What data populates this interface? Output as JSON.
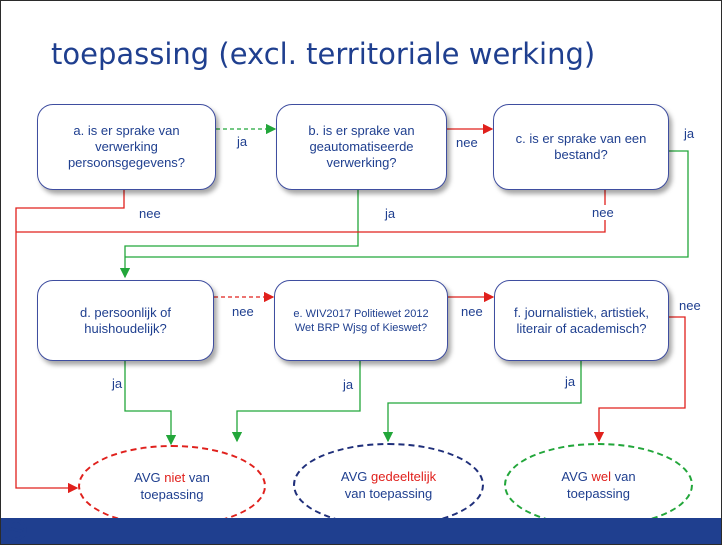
{
  "title": "toepassing (excl. territoriale werking)",
  "boxes": {
    "a": "a. is er sprake van verwerking persoonsgegevens?",
    "b": "b. is er sprake van geautomatiseerde verwerking?",
    "c": "c. is er sprake van een bestand?",
    "d": "d. persoonlijk of huishoudelijk?",
    "e": "e. WIV2017 Politiewet 2012 Wet BRP Wjsg of Kieswet?",
    "f": "f. journalistiek, artistiek, literair of academisch?"
  },
  "labels": {
    "a_to_b": "ja",
    "b_to_c": "nee",
    "c_right": "ja",
    "a_down": "nee",
    "b_down": "ja",
    "c_down": "nee",
    "d_to_e": "nee",
    "e_to_f": "nee",
    "f_right": "nee",
    "d_down": "ja",
    "e_down": "ja",
    "f_down": "ja"
  },
  "outcomes": {
    "niet": {
      "prefix": "AVG ",
      "highlight": "niet",
      "suffix": " van",
      "line2": "toepassing"
    },
    "gedeeltelijk": {
      "prefix": "AVG ",
      "highlight": "gedeeltelijk",
      "suffix": "",
      "line2": "van toepassing"
    },
    "wel": {
      "prefix": "AVG ",
      "highlight": "wel",
      "suffix": " van",
      "line2": "toepassing"
    }
  },
  "colors": {
    "accent": "#1f3f8f",
    "red": "#e0201c",
    "green": "#22a63a",
    "navy": "#1f2f7a"
  }
}
